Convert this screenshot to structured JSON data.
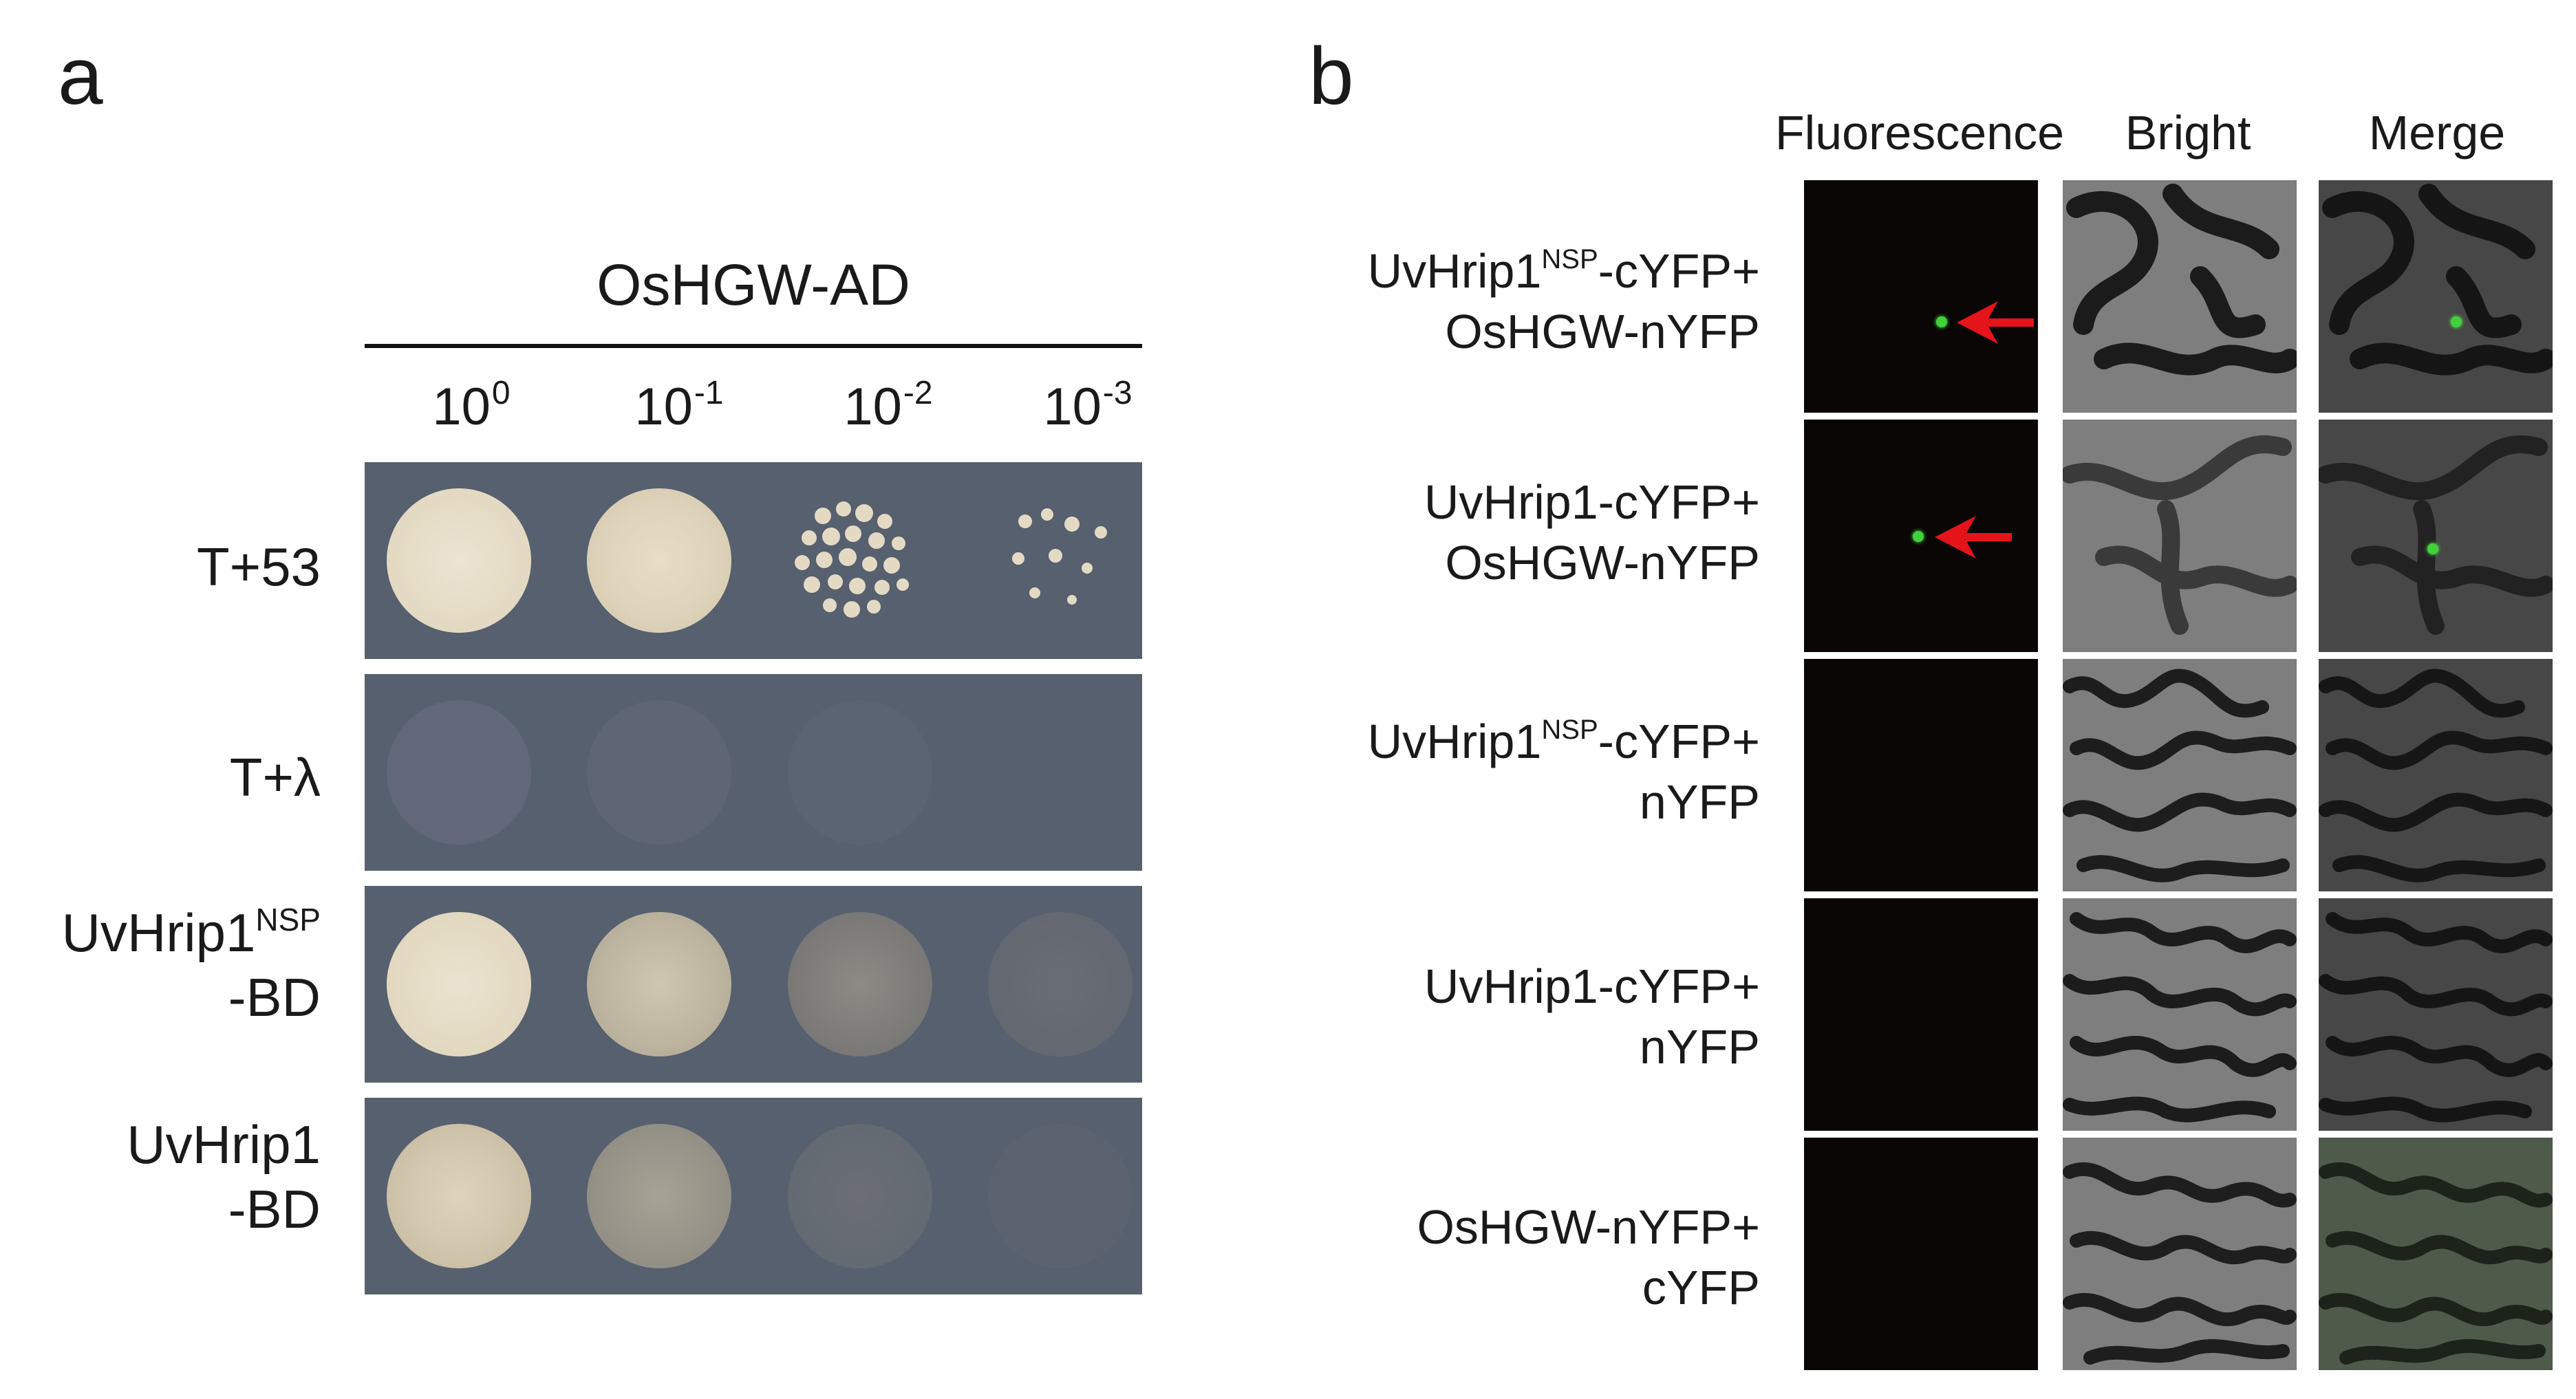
{
  "panel_a": {
    "letter": "a",
    "header": "OsHGW-AD",
    "dilutions": [
      {
        "base": "10",
        "exp": "0"
      },
      {
        "base": "10",
        "exp": "-1"
      },
      {
        "base": "10",
        "exp": "-2"
      },
      {
        "base": "10",
        "exp": "-3"
      }
    ],
    "rows": [
      {
        "line1": "T+53",
        "line1_sup": "",
        "line2": ""
      },
      {
        "line1": "T+λ",
        "line1_sup": "",
        "line2": ""
      },
      {
        "line1": "UvHrip1",
        "line1_sup": "NSP",
        "line2": "-BD"
      },
      {
        "line1": "UvHrip1",
        "line1_sup": "",
        "line2": "-BD"
      }
    ]
  },
  "panel_b": {
    "letter": "b",
    "columns": [
      "Fluorescence",
      "Bright",
      "Merge"
    ],
    "rows": [
      {
        "line1_pre": "UvHrip1",
        "line1_sup": "NSP",
        "line1_post": "-cYFP+",
        "line2": "OsHGW-nYFP"
      },
      {
        "line1_pre": "UvHrip1-cYFP+",
        "line1_sup": "",
        "line1_post": "",
        "line2": "OsHGW-nYFP"
      },
      {
        "line1_pre": "UvHrip1",
        "line1_sup": "NSP",
        "line1_post": "-cYFP+",
        "line2": "nYFP"
      },
      {
        "line1_pre": "UvHrip1-cYFP+",
        "line1_sup": "",
        "line1_post": "",
        "line2": "nYFP"
      },
      {
        "line1_pre": "OsHGW-nYFP+",
        "line1_sup": "",
        "line1_post": "",
        "line2": "cYFP"
      }
    ]
  },
  "colors": {
    "plate": "#56606e",
    "colony": "#e6dcc6",
    "fluorescence_bg": "#0a0606",
    "gfp_signal": "#3fd23a",
    "arrow": "#e4141a"
  }
}
